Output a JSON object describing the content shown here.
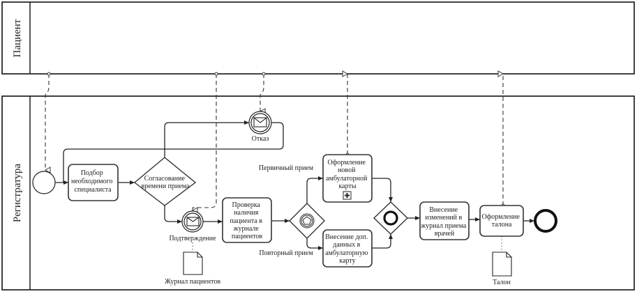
{
  "lanes": {
    "patient": "Пациент",
    "registry": "Регистратура"
  },
  "events": {
    "start": "",
    "refusal": "Отказ",
    "confirmation": "Подтверждение",
    "end": ""
  },
  "gateways": {
    "agree_time": [
      "Согласование",
      "времени приема"
    ]
  },
  "tasks": {
    "select_specialist": [
      "Подбор",
      "необходимого",
      "специалиста"
    ],
    "check_journal": [
      "Проверка",
      "наличия",
      "пациента в",
      "журнале",
      "пациентов"
    ],
    "new_card": [
      "Оформление",
      "новой",
      "амбулаторной",
      "карты"
    ],
    "add_data": [
      "Внесение доп.",
      "данных в",
      "амбулаторную",
      "карту"
    ],
    "update_journal": [
      "Внесение",
      "изменений в",
      "журнал приема",
      "врачей"
    ],
    "issue_ticket": [
      "Оформление",
      "талона"
    ]
  },
  "flow_labels": {
    "primary": "Первичный прием",
    "repeat": "Повторный прием"
  },
  "data_objects": {
    "journal": "Журнал пациентов",
    "ticket": "Талон"
  }
}
